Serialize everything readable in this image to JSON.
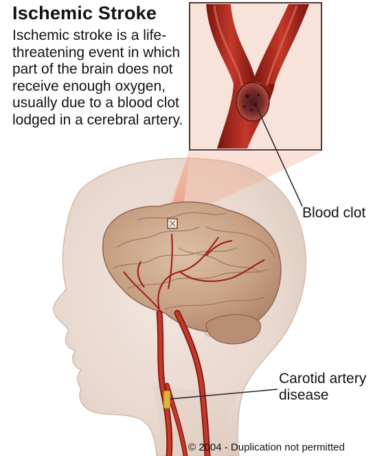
{
  "title": "Ischemic Stroke",
  "description": "Ischemic stroke is a life-threatening event in which part of the brain does not receive enough oxygen, usually due to a blood clot lodged in a cerebral artery.",
  "labels": {
    "blood_clot": "Blood clot",
    "carotid_line1": "Carotid artery",
    "carotid_line2": "disease"
  },
  "copyright": "© 2004 - Duplication not permitted",
  "colors": {
    "artery": "#a8241c",
    "brain": "#c9a488",
    "head": "#e8d6cc",
    "clot": "#6e2020",
    "magnifier": "#f2b79c"
  }
}
